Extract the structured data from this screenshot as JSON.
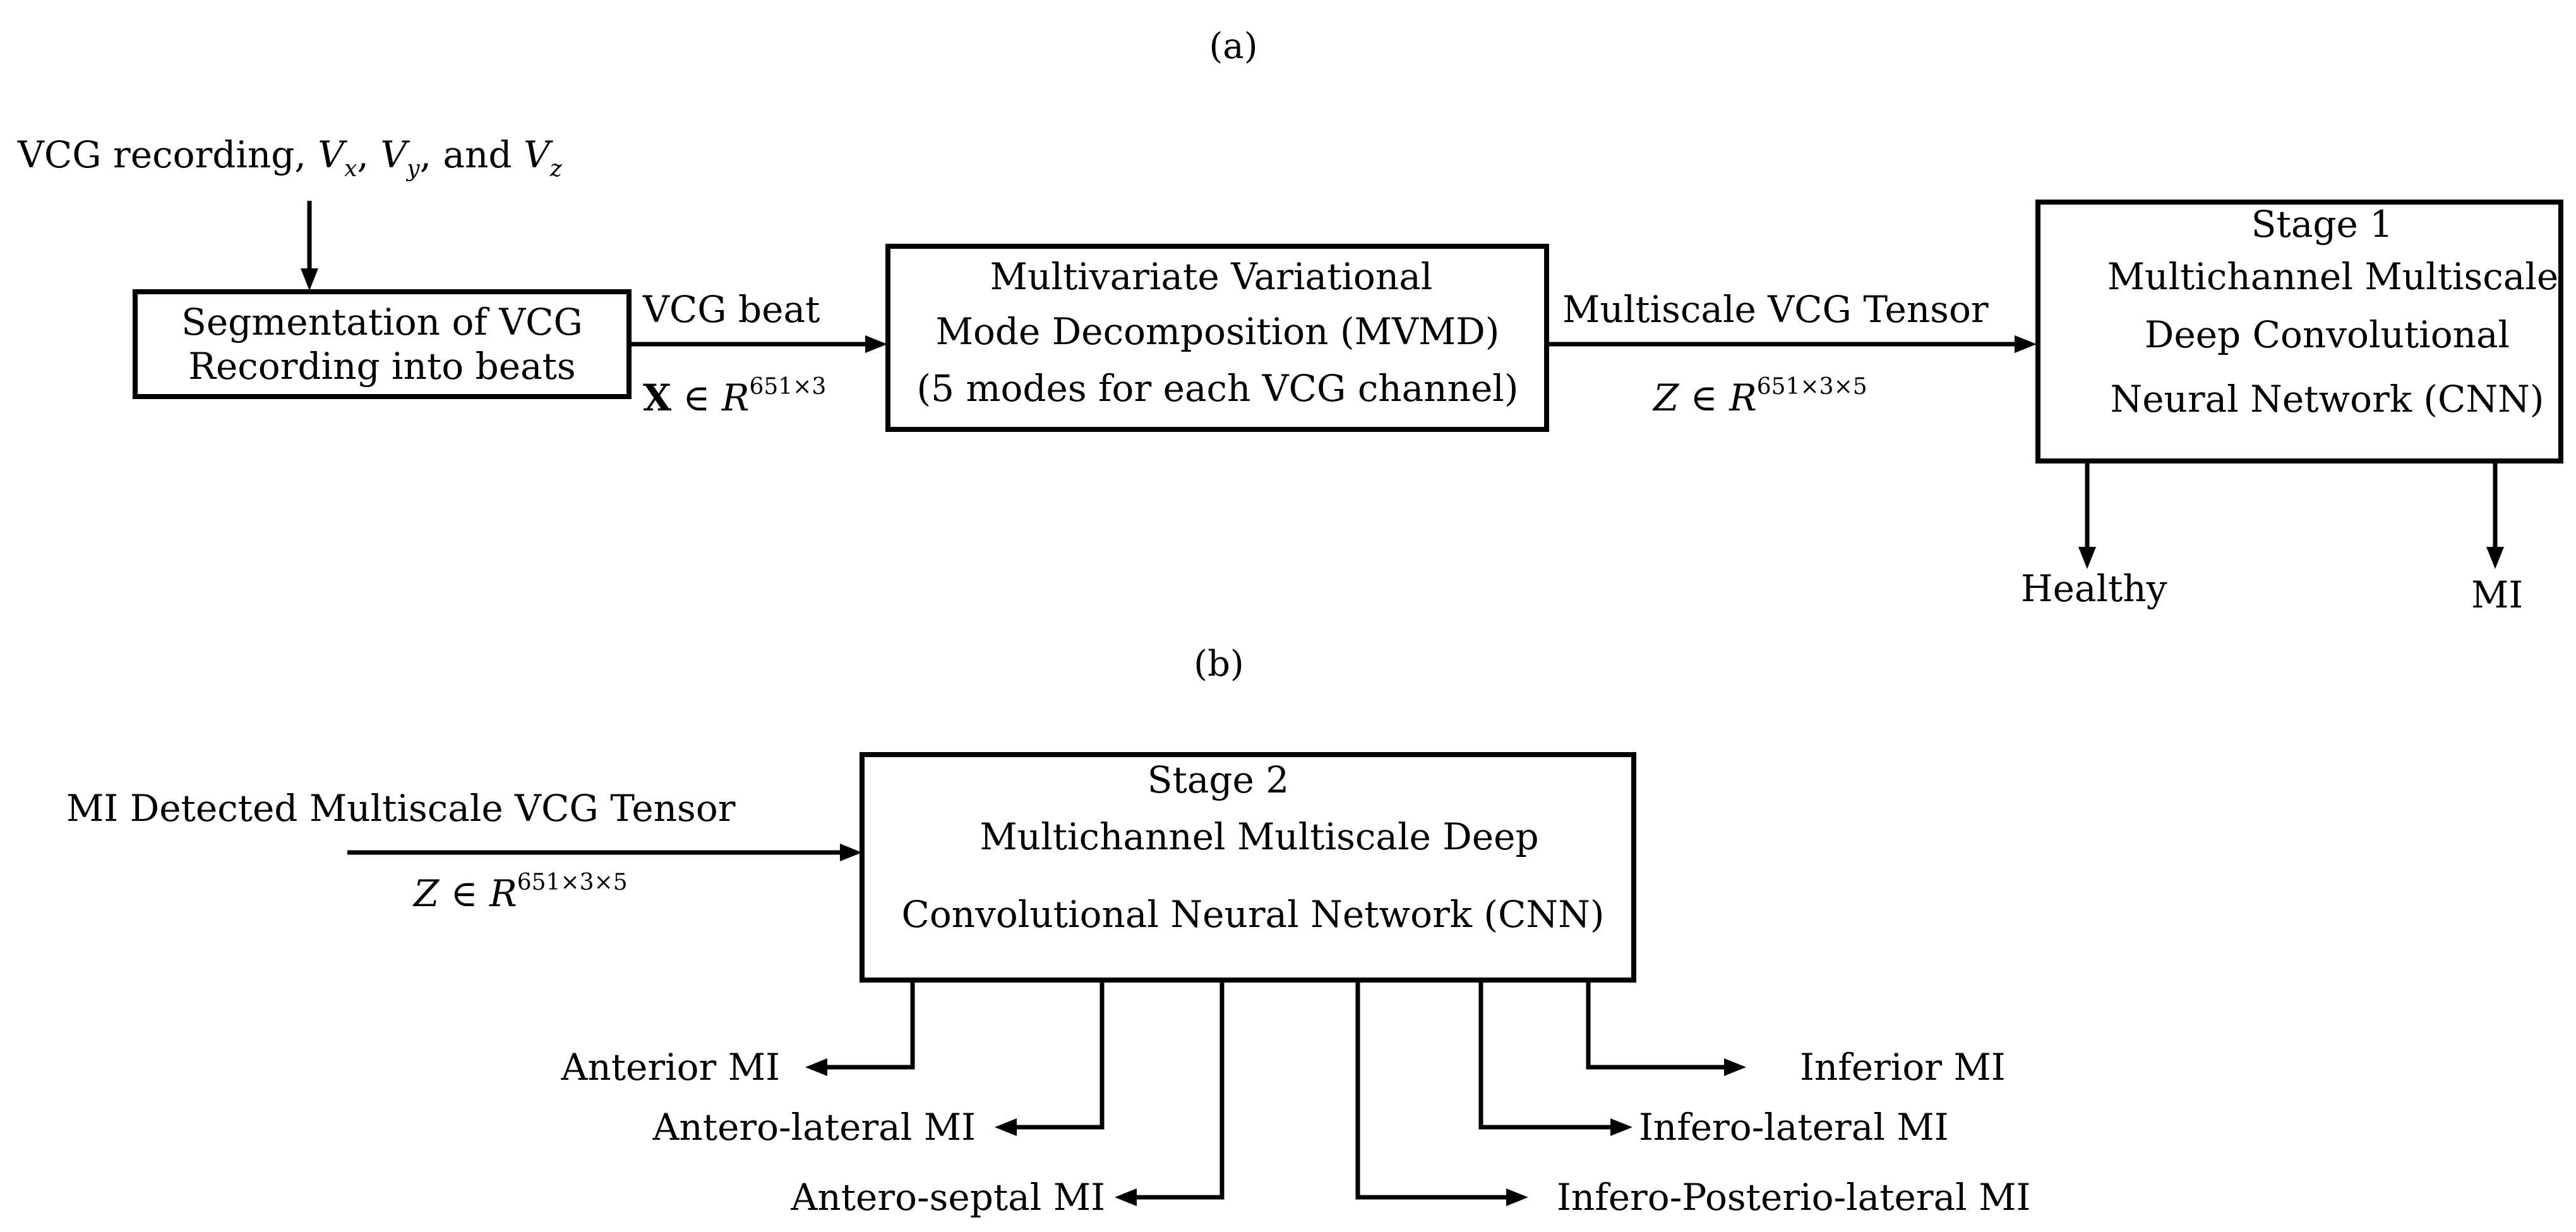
{
  "panels": {
    "a_label": "(a)",
    "b_label": "(b)"
  },
  "panel_a": {
    "input_prefix": "VCG recording, ",
    "input_v1": "V",
    "input_v1_sub": "x",
    "input_sep1": ", ",
    "input_v2": "V",
    "input_v2_sub": "y",
    "input_sep2": ", and ",
    "input_v3": "V",
    "input_v3_sub": "z",
    "seg_line1": "Segmentation of VCG",
    "seg_line2": "Recording into beats",
    "beat_label": "VCG beat",
    "beat_math_X": "X",
    "beat_math_rest": " ∈ R",
    "beat_math_sup": "651×3",
    "mvmd_line1": "Multivariate Variational",
    "mvmd_line2": "Mode Decomposition (MVMD)",
    "mvmd_line3": "(5 modes for each VCG channel)",
    "tensor_label": "Multiscale VCG Tensor",
    "tensor_math": "Z ∈ R",
    "tensor_sup": "651×3×5",
    "stage1_title": "Stage 1",
    "stage1_line1": "Multichannel Multiscale",
    "stage1_line2": "Deep Convolutional",
    "stage1_line3": "Neural Network (CNN)",
    "out_healthy": "Healthy",
    "out_mi": "MI"
  },
  "panel_b": {
    "input_label": "MI Detected Multiscale VCG Tensor",
    "input_math": "Z ∈ R",
    "input_sup": "651×3×5",
    "stage2_title": "Stage 2",
    "stage2_line1": "Multichannel Multiscale Deep",
    "stage2_line2": "Convolutional Neural Network (CNN)",
    "outputs": {
      "anterior": "Anterior MI",
      "antero_lateral": "Antero-lateral MI",
      "antero_septal": "Antero-septal MI",
      "inferior": "Inferior MI",
      "infero_lateral": "Infero-lateral MI",
      "infero_posterio_lateral": "Infero-Posterio-lateral MI"
    }
  }
}
